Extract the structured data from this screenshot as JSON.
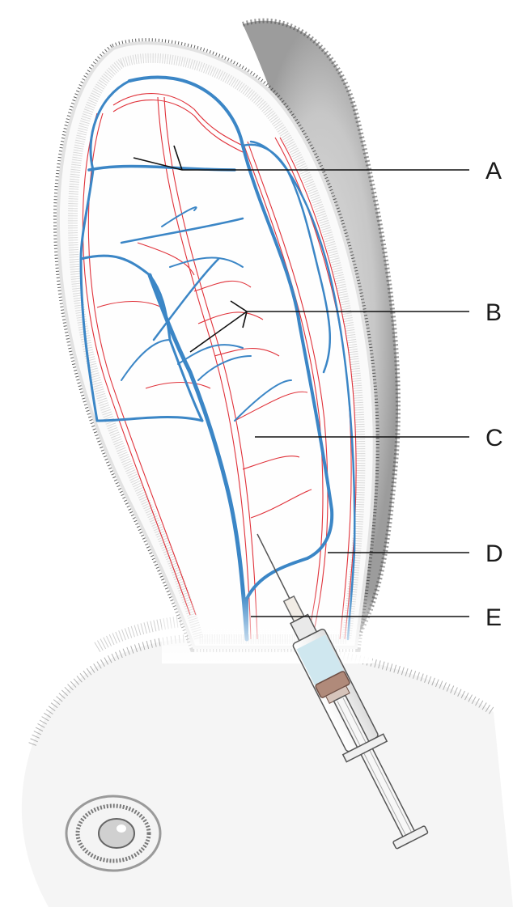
{
  "figure": {
    "labels": [
      {
        "id": "A",
        "text": "A"
      },
      {
        "id": "B",
        "text": "B"
      },
      {
        "id": "C",
        "text": "C"
      },
      {
        "id": "D",
        "text": "D"
      },
      {
        "id": "E",
        "text": "E"
      }
    ]
  },
  "colors": {
    "vein": "#3b86c6",
    "artery": "#e0323a",
    "fur_dark": "#555555",
    "syringe_fluid": "#cfe7ef",
    "plunger": "#b08a7a"
  }
}
